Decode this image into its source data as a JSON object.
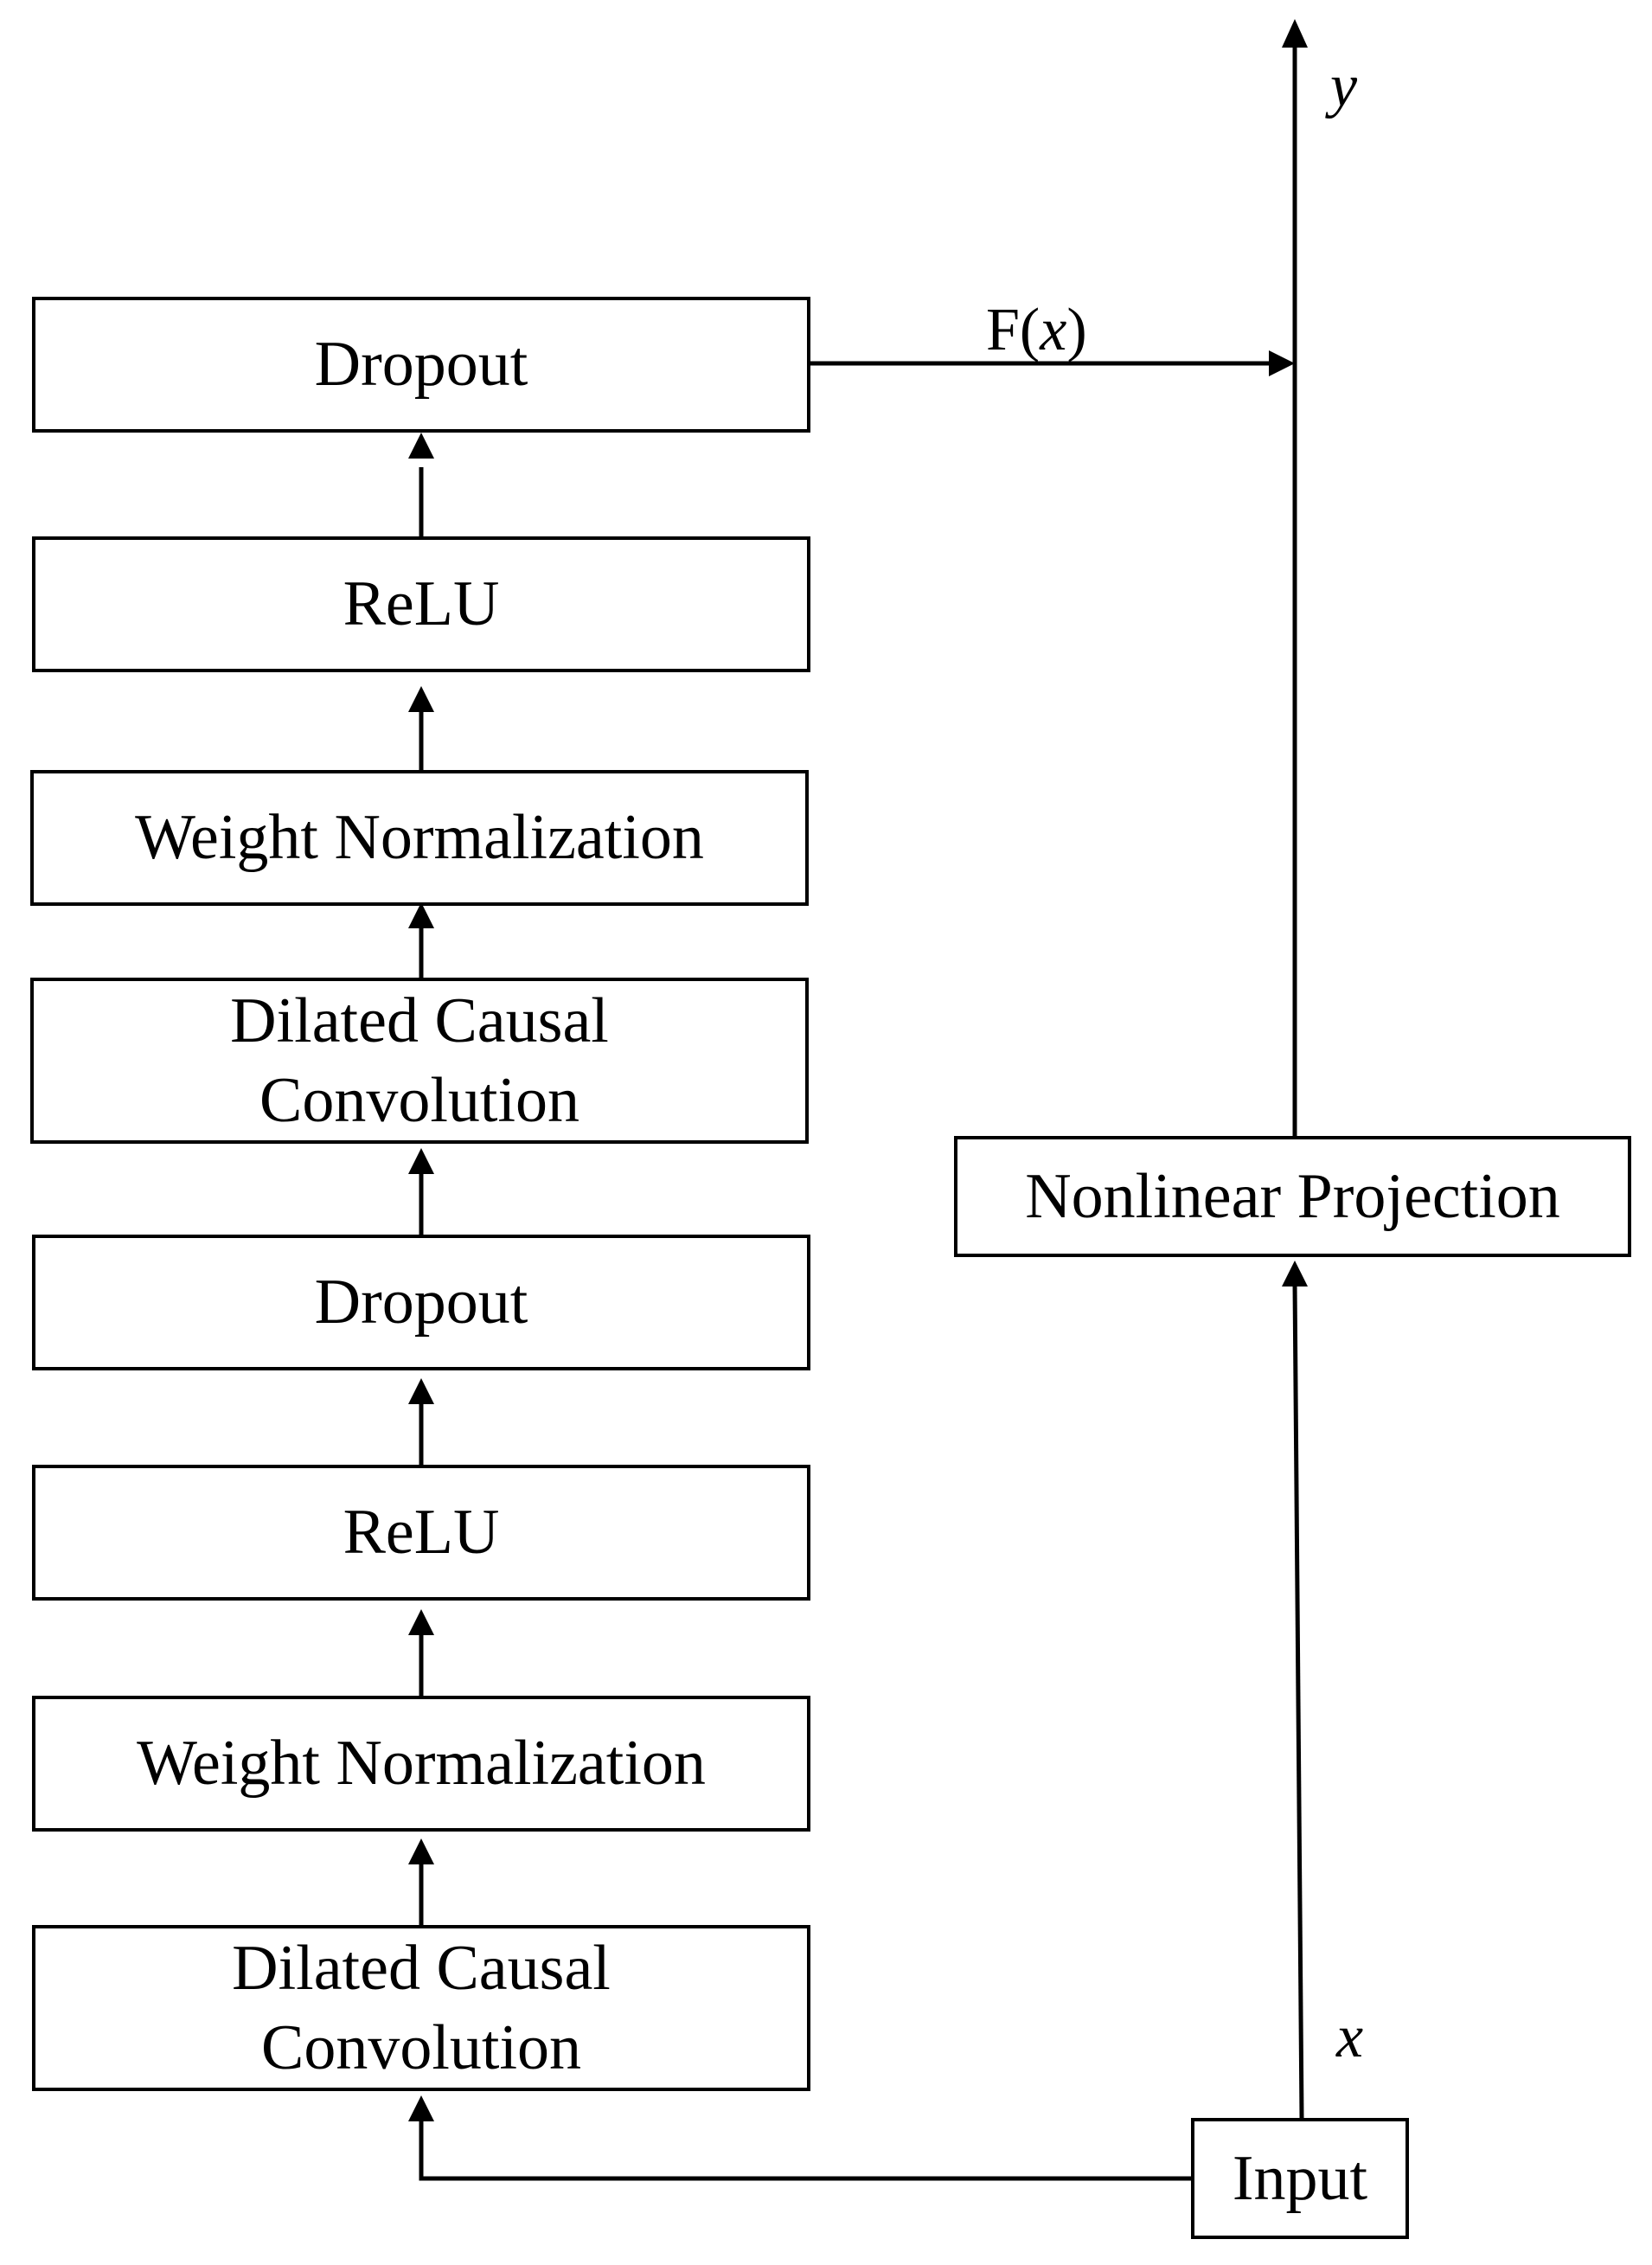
{
  "blocks": {
    "dropout_top": "Dropout",
    "relu_top": "ReLU",
    "weightnorm_top": "Weight Normalization",
    "dilated_top": {
      "line1": "Dilated Causal",
      "line2": "Convolution"
    },
    "dropout_bottom": "Dropout",
    "relu_bottom": "ReLU",
    "weightnorm_bottom": "Weight Normalization",
    "dilated_bottom": {
      "line1": "Dilated Causal",
      "line2": "Convolution"
    },
    "nonlinear_projection": "Nonlinear Projection",
    "input": "Input"
  },
  "labels": {
    "fx_prefix": "F(",
    "fx_var": "x",
    "fx_suffix": ")",
    "y": "y",
    "x": "x"
  },
  "colors": {
    "stroke": "#000000",
    "background": "#ffffff"
  }
}
